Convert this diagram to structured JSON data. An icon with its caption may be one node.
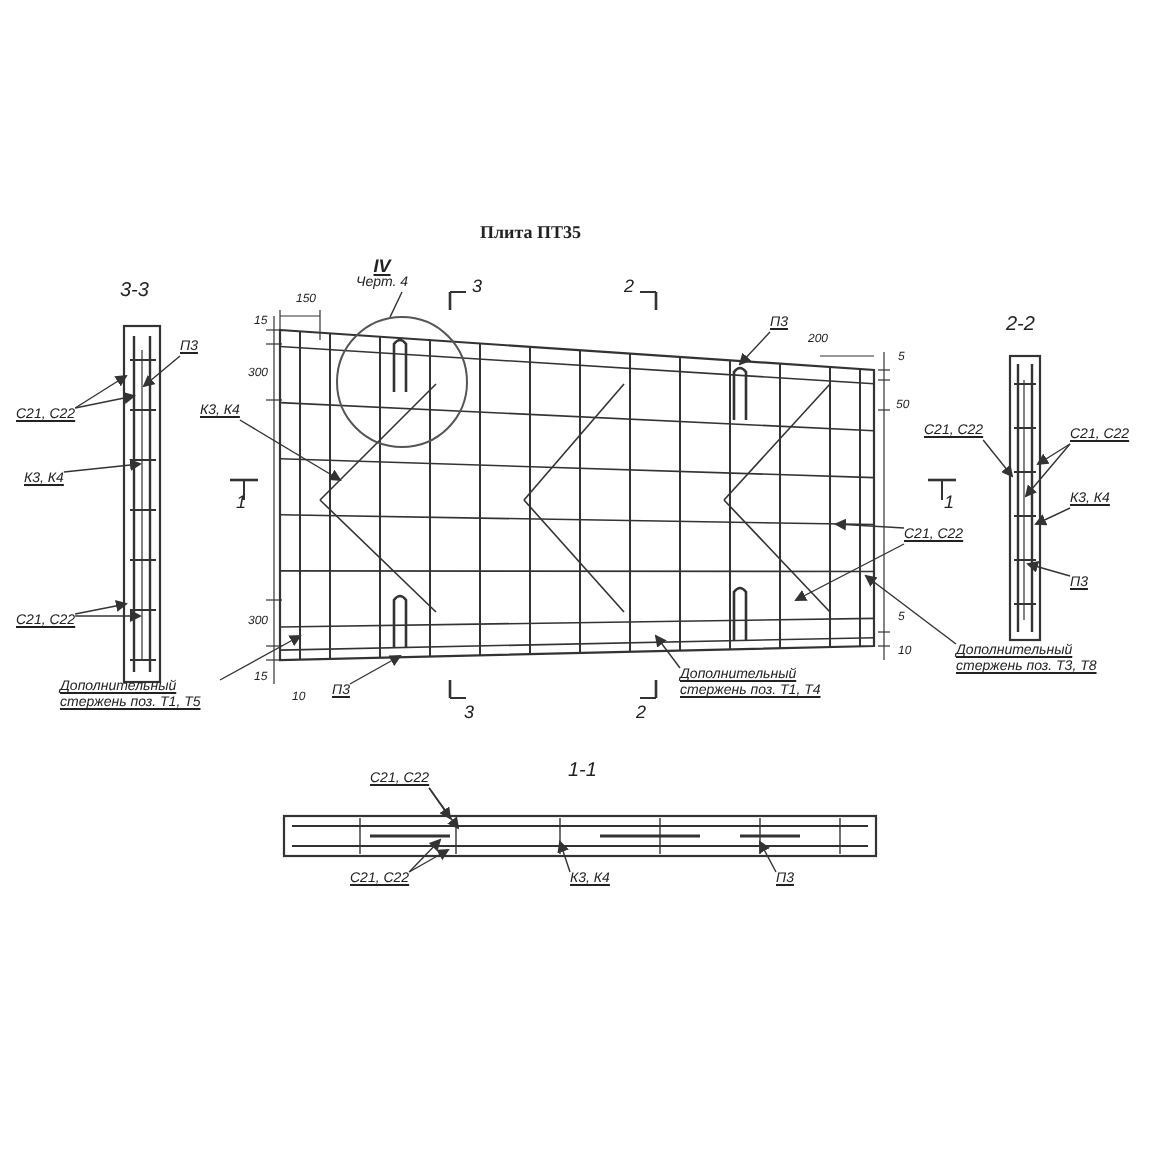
{
  "diagram": {
    "title": "Плита ПТ35",
    "nodes": [
      {
        "text": [
          "С21, С22"
        ]
      },
      {
        "text": [
          "П3"
        ]
      },
      {
        "text": [
          "К3, К4"
        ]
      },
      {
        "text": [
          "С21, С22"
        ]
      },
      {
        "text": [
          "К3, К4"
        ]
      },
      {
        "text": [
          "Дополнительный стержень поз. Т1, Т5"
        ]
      },
      {
        "text": [
          "П3"
        ]
      },
      {
        "text": [
          "IV",
          "Черт. 4"
        ]
      },
      {
        "text": [],
        "shape": "circle"
      },
      {
        "text": [
          "П3"
        ]
      },
      {
        "text": [
          "С21, С22"
        ]
      },
      {
        "text": [
          "Дополнительный стержень поз. Т1, Т4"
        ]
      },
      {
        "text": [
          "Дополнительный стержень поз. Т3, Т8"
        ]
      },
      {
        "text": [
          "С21, С22"
        ]
      },
      {
        "text": [
          "С21, С22"
        ]
      },
      {
        "text": [
          "К3, К4"
        ]
      },
      {
        "text": [
          "П3"
        ]
      },
      {
        "text": [
          "С21, С22"
        ]
      },
      {
        "text": [
          "С21, С22"
        ]
      },
      {
        "text": [
          "К3, К4"
        ]
      },
      {
        "text": [
          "П3"
        ]
      },
      {
        "text": [],
        "shape": "picture"
      },
      {
        "text": [],
        "shape": "picture"
      },
      {
        "text": [],
        "shape": "picture"
      },
      {
        "text": [],
        "shape": "picture"
      }
    ],
    "edges": [
      {
        "from": 0,
        "to": 21,
        "arrow": "to"
      },
      {
        "from": 0,
        "to": 21,
        "arrow": "to"
      },
      {
        "from": 1,
        "to": 21,
        "arrow": "to"
      },
      {
        "from": 2,
        "to": 21,
        "arrow": "to"
      },
      {
        "from": 3,
        "to": 21,
        "arrow": "to"
      },
      {
        "from": 3,
        "to": 21,
        "arrow": "to"
      },
      {
        "from": 4,
        "to": 22,
        "arrow": "to"
      },
      {
        "from": 5,
        "to": 22,
        "arrow": "to"
      },
      {
        "from": 6,
        "to": 22,
        "arrow": "to"
      },
      {
        "from": 7,
        "to": 8,
        "arrow": "none"
      },
      {
        "from": 9,
        "to": 22,
        "arrow": "to"
      },
      {
        "from": 10,
        "to": 22,
        "arrow": "to"
      },
      {
        "from": 10,
        "to": 22,
        "arrow": "to"
      },
      {
        "from": 11,
        "to": 22,
        "arrow": "to"
      },
      {
        "from": 12,
        "to": 22,
        "arrow": "to"
      },
      {
        "from": 13,
        "to": 23,
        "arrow": "to"
      },
      {
        "from": 14,
        "to": 23,
        "arrow": "to"
      },
      {
        "from": 14,
        "to": 23,
        "arrow": "to"
      },
      {
        "from": 15,
        "to": 23,
        "arrow": "to"
      },
      {
        "from": 16,
        "to": 23,
        "arrow": "to"
      },
      {
        "from": 17,
        "to": 24,
        "arrow": "to"
      },
      {
        "from": 17,
        "to": 24,
        "arrow": "to"
      },
      {
        "from": 18,
        "to": 24,
        "arrow": "to"
      },
      {
        "from": 18,
        "to": 24,
        "arrow": "to"
      },
      {
        "from": 19,
        "to": 24,
        "arrow": "to"
      },
      {
        "from": 20,
        "to": 24,
        "arrow": "to"
      }
    ],
    "labels": [
      "3-3",
      "3",
      "2",
      "150",
      "15",
      "2-2",
      "300",
      "200",
      "5",
      "50",
      "1",
      "1",
      "300",
      "5",
      "15",
      "10",
      "10",
      "3",
      "2",
      "1-1"
    ]
  }
}
